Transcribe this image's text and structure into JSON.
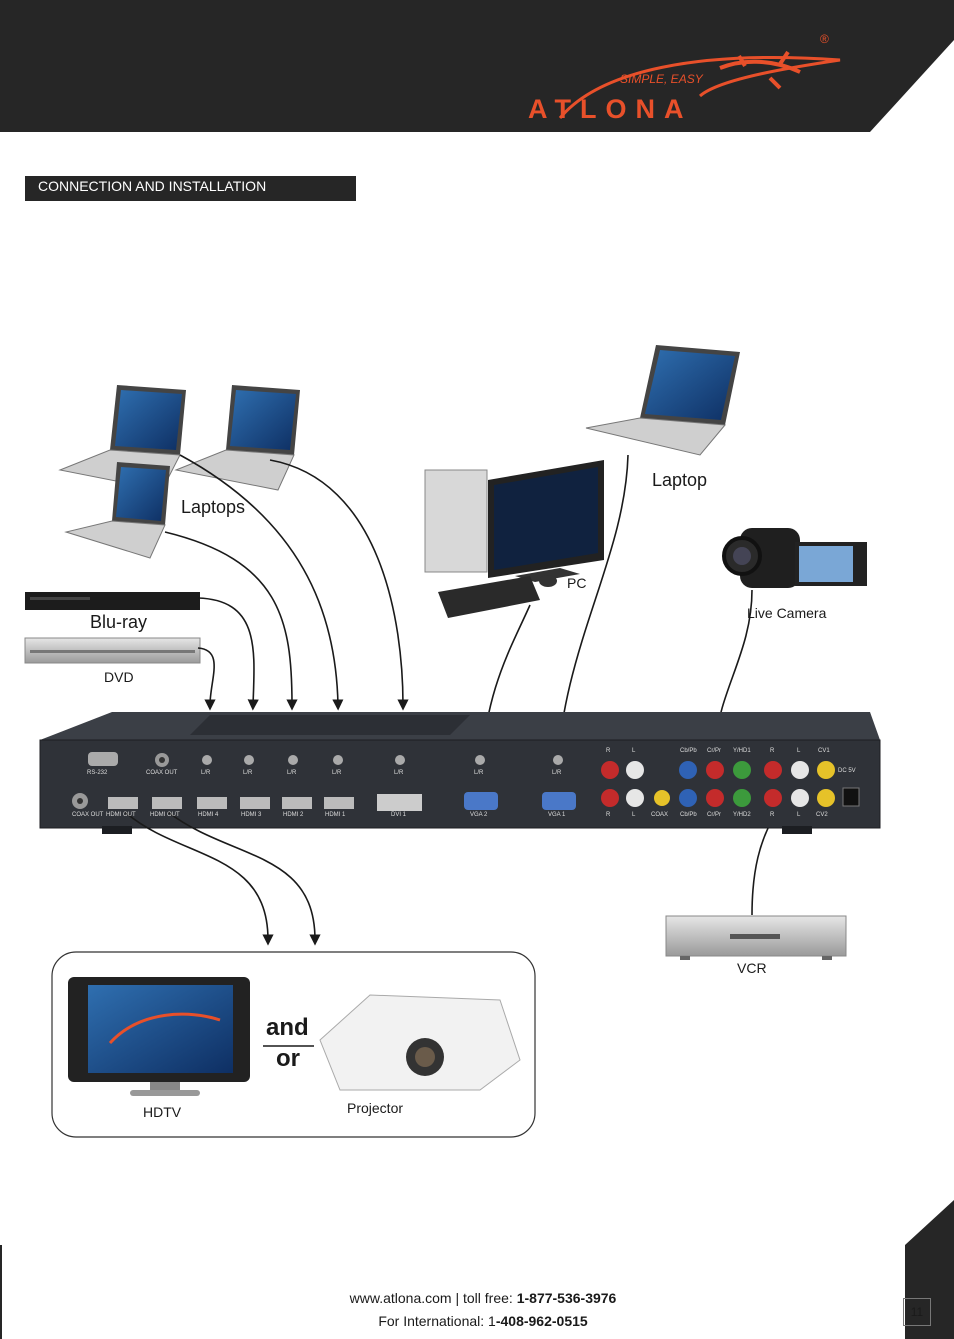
{
  "brand": {
    "logo_text": "ATLONA",
    "tagline": "SIMPLE, EASY",
    "registered": "®",
    "accent_color": "#e8502a",
    "header_color": "#262626"
  },
  "section_title": "CONNECTION AND INSTALLATION",
  "sources": {
    "laptops": "Laptops",
    "laptop": "Laptop",
    "pc": "PC",
    "blu_ray": "Blu-ray",
    "dvd": "DVD",
    "live_camera": "Live Camera",
    "vcr": "VCR"
  },
  "outputs": {
    "hdtv": "HDTV",
    "projector": "Projector",
    "and": "and",
    "or": "or"
  },
  "panel": {
    "top_row": [
      "RS-232",
      "COAX OUT",
      "L/R",
      "L/R",
      "L/R",
      "L/R",
      "L/R",
      "L/R",
      "L/R"
    ],
    "bottom_row": [
      "COAX OUT",
      "HDMI OUT",
      "HDMI OUT",
      "HDMI 4",
      "HDMI 3",
      "HDMI 2",
      "HDMI 1",
      "DVI 1",
      "VGA 2",
      "VGA 1"
    ],
    "analog_top": [
      "R",
      "L",
      "Cb/Pb",
      "Cr/Pr",
      "Y/HD1",
      "R",
      "L",
      "CV1",
      "DC 5V"
    ],
    "analog_bottom": [
      "R",
      "L",
      "COAX",
      "Cb/Pb",
      "Cr/Pr",
      "Y/HD2",
      "R",
      "L",
      "CV2"
    ]
  },
  "footer": {
    "website_prefix": "www.atlona.com | toll free: ",
    "toll_free": "1-877-536-3976",
    "intl_prefix": "For International: 1",
    "intl_number": "-408-962-0515",
    "page_number": "11"
  }
}
